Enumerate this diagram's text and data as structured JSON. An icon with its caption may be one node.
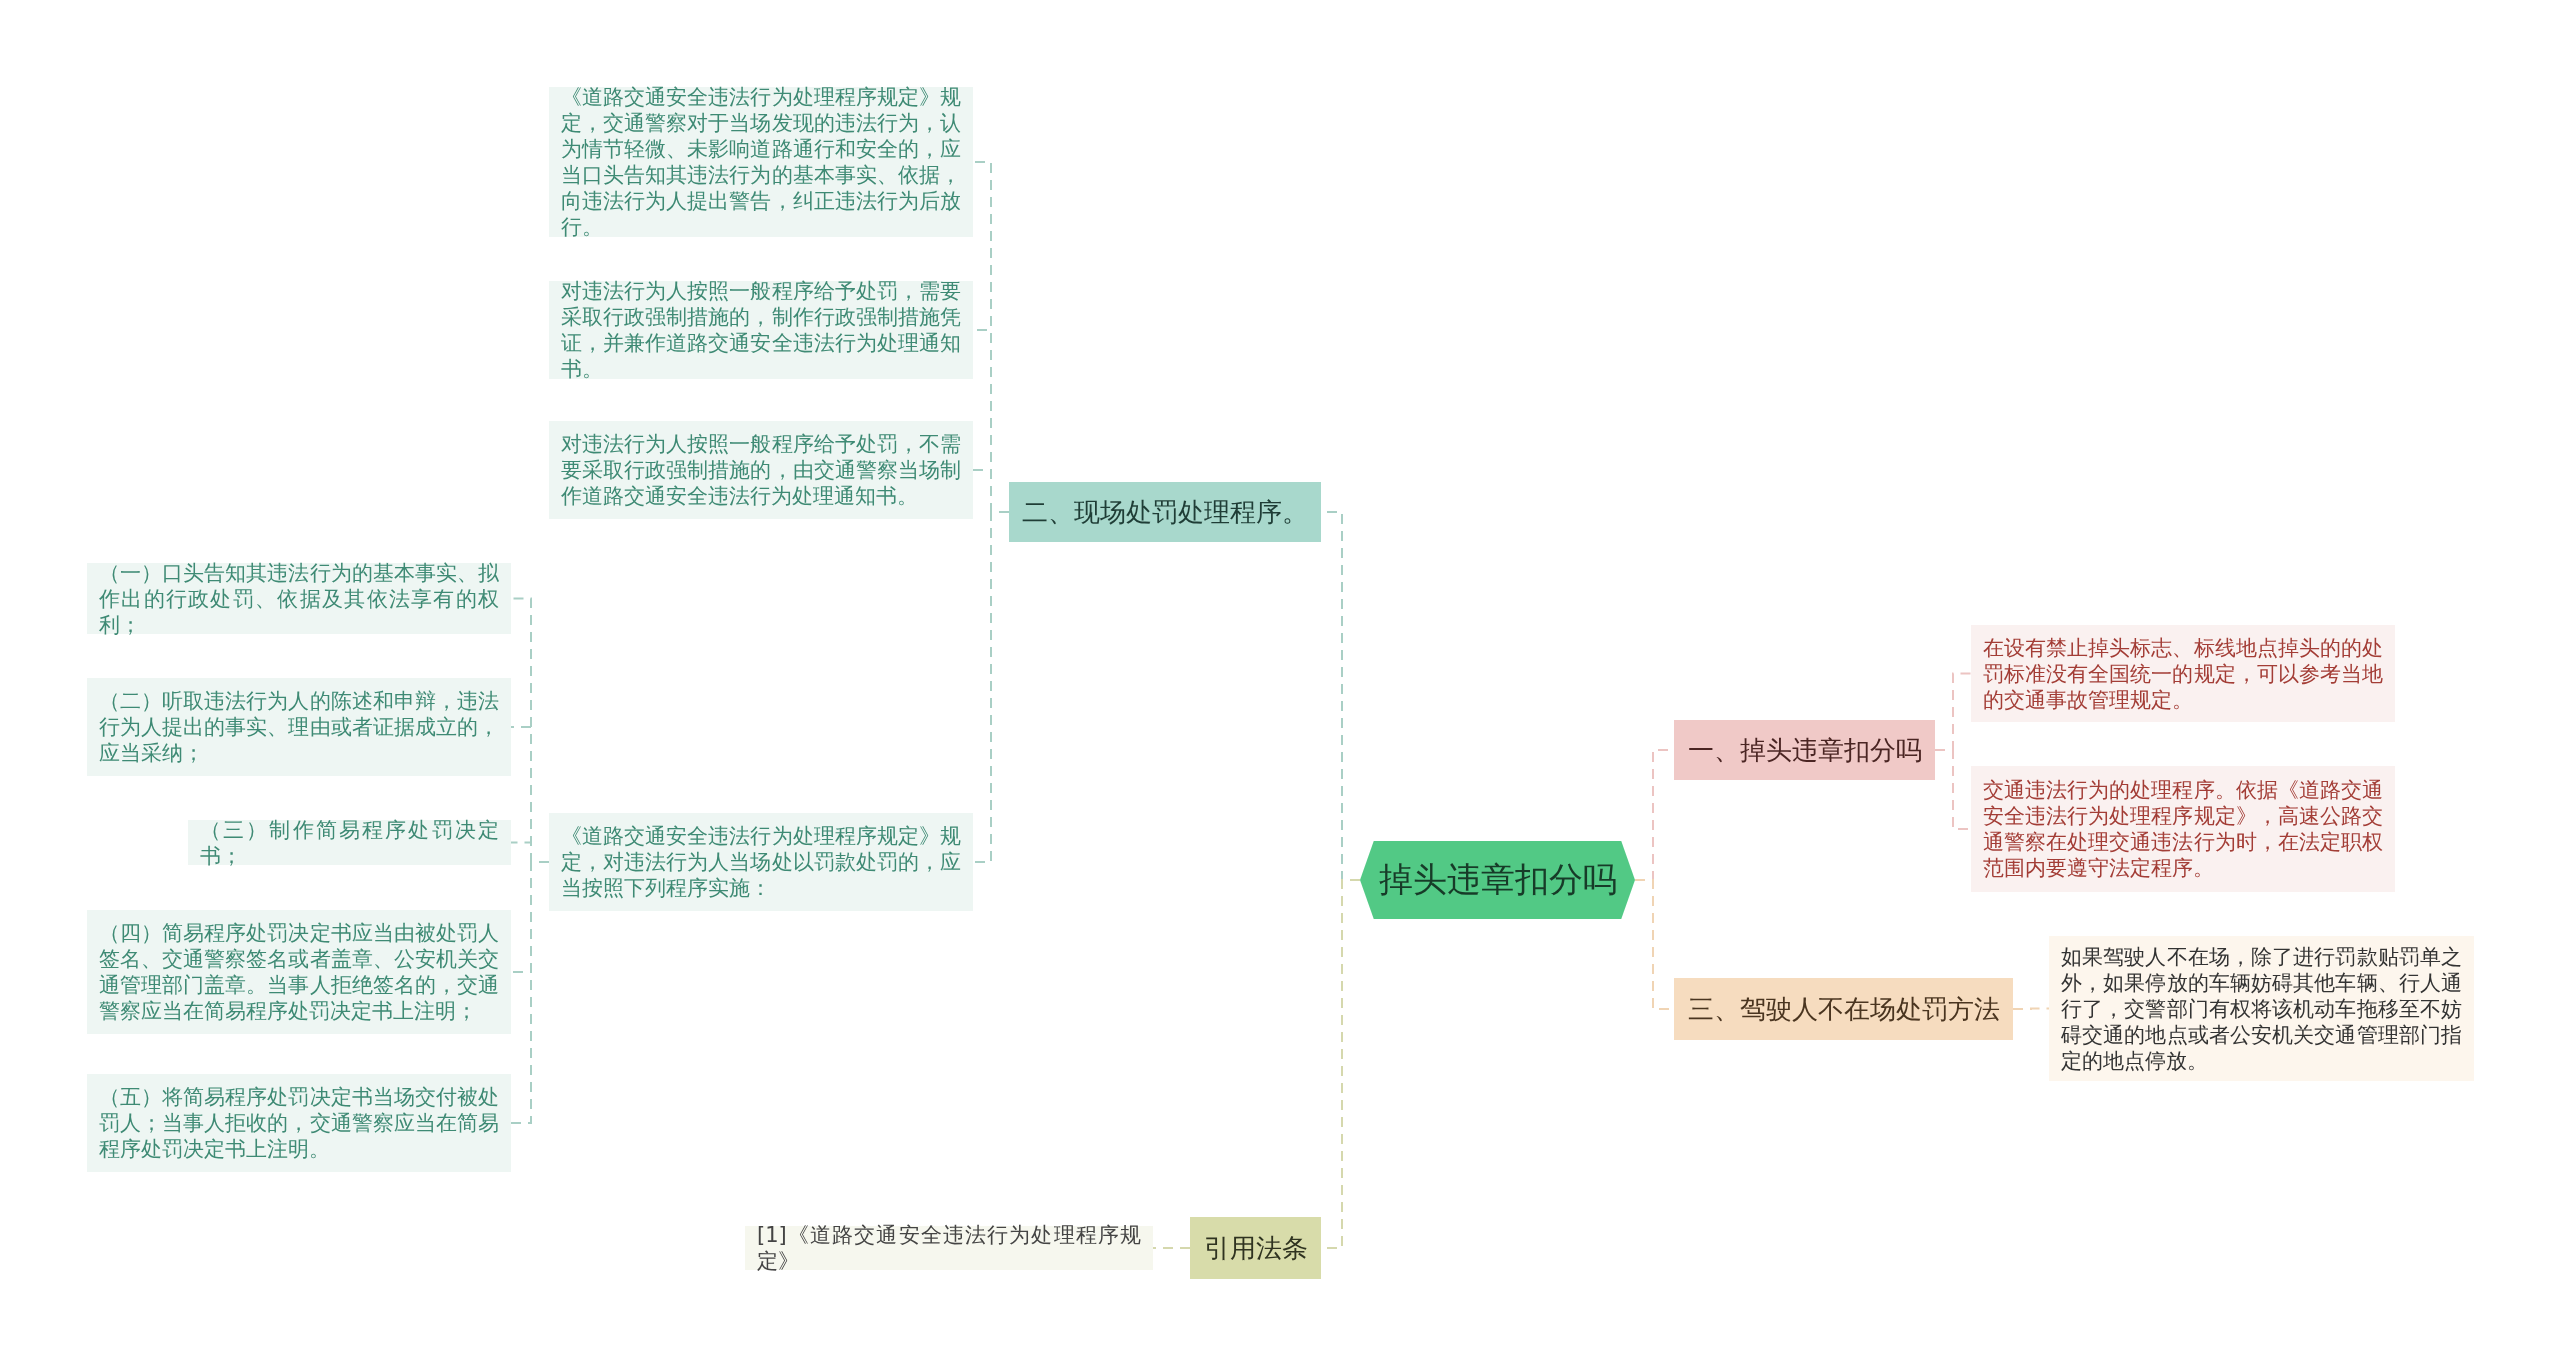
{
  "diagram": {
    "nodes": [
      {
        "text": [
          "掉头违章扣分吗"
        ]
      },
      {
        "text": [
          "二、现场处罚处理程序。"
        ]
      },
      {
        "text": [
          "《道路交通安全违法行为处理程序规定》规定，交通警察对于当场发现的违法行为，认为情节轻微、未影响道路通行和安全的，应当口头告知其违法行为的基本事实、依据，向违法行为人提出警告，纠正违法行为后放行。"
        ]
      },
      {
        "text": [
          "对违法行为人按照一般程序给予处罚，需要采取行政强制措施的，制作行政强制措施凭证，并兼作道路交通安全违法行为处理通知书。"
        ]
      },
      {
        "text": [
          "对违法行为人按照一般程序给予处罚，不需要采取行政强制措施的，由交通警察当场制作道路交通安全违法行为处理通知书。"
        ]
      },
      {
        "text": [
          "《道路交通安全违法行为处理程序规定》规定，对违法行为人当场处以罚款处罚的，应当按照下列程序实施："
        ]
      },
      {
        "text": [
          "（一）口头告知其违法行为的基本事实、拟作出的行政处罚、依据及其依法享有的权利；"
        ]
      },
      {
        "text": [
          "（二）听取违法行为人的陈述和申辩，违法行为人提出的事实、理由或者证据成立的，应当采纳；"
        ]
      },
      {
        "text": [
          "（三）制作简易程序处罚决定书；"
        ]
      },
      {
        "text": [
          "（四）简易程序处罚决定书应当由被处罚人签名、交通警察签名或者盖章、公安机关交通管理部门盖章。当事人拒绝签名的，交通警察应当在简易程序处罚决定书上注明；"
        ]
      },
      {
        "text": [
          "（五）将简易程序处罚决定书当场交付被处罚人；当事人拒收的，交通警察应当在简易程序处罚决定书上注明。"
        ]
      },
      {
        "text": [
          "引用法条"
        ]
      },
      {
        "text": [
          "[1]《道路交通安全违法行为处理程序规定》"
        ]
      },
      {
        "text": [
          "一、掉头违章扣分吗"
        ]
      },
      {
        "text": [
          "在设有禁止掉头标志、标线地点掉头的的处罚标准没有全国统一的规定，可以参考当地的交通事故管理规定。"
        ]
      },
      {
        "text": [
          "交通违法行为的处理程序。依据《道路交通安全违法行为处理程序规定》，高速公路交通警察在处理交通违法行为时，在法定职权范围内要遵守法定程序。"
        ]
      },
      {
        "text": [
          "三、驾驶人不在场处罚方法"
        ]
      },
      {
        "text": [
          "如果驾驶人不在场，除了进行罚款贴罚单之外，如果停放的车辆妨碍其他车辆、行人通行了，交警部门有权将该机动车拖移至不妨碍交通的地点或者公安机关交通管理部门指定的地点停放。"
        ]
      }
    ],
    "edges": [
      {
        "from": 0,
        "to": 1,
        "arrow": "none",
        "style": "dashed"
      },
      {
        "from": 1,
        "to": 2,
        "arrow": "none",
        "style": "dashed"
      },
      {
        "from": 1,
        "to": 3,
        "arrow": "none",
        "style": "dashed"
      },
      {
        "from": 1,
        "to": 4,
        "arrow": "none",
        "style": "dashed"
      },
      {
        "from": 1,
        "to": 5,
        "arrow": "none",
        "style": "dashed"
      },
      {
        "from": 5,
        "to": 6,
        "arrow": "none",
        "style": "dashed"
      },
      {
        "from": 5,
        "to": 7,
        "arrow": "none",
        "style": "dashed"
      },
      {
        "from": 5,
        "to": 8,
        "arrow": "none",
        "style": "dashed"
      },
      {
        "from": 5,
        "to": 9,
        "arrow": "none",
        "style": "dashed"
      },
      {
        "from": 5,
        "to": 10,
        "arrow": "none",
        "style": "dashed"
      },
      {
        "from": 0,
        "to": 11,
        "arrow": "none",
        "style": "dashed",
        "color": "#d5d8ad"
      },
      {
        "from": 11,
        "to": 12,
        "arrow": "none",
        "style": "dashed",
        "color": "#d5d8ad"
      },
      {
        "from": 0,
        "to": 13,
        "arrow": "none",
        "style": "dashed",
        "color": "#ecc4c2"
      },
      {
        "from": 13,
        "to": 14,
        "arrow": "none",
        "style": "dashed",
        "color": "#ecc4c2"
      },
      {
        "from": 13,
        "to": 15,
        "arrow": "none",
        "style": "dashed",
        "color": "#ecc4c2"
      },
      {
        "from": 0,
        "to": 16,
        "arrow": "none",
        "style": "dashed",
        "color": "#f0d4b4"
      },
      {
        "from": 16,
        "to": 17,
        "arrow": "none",
        "style": "dashed",
        "color": "#f0d4b4"
      }
    ]
  }
}
